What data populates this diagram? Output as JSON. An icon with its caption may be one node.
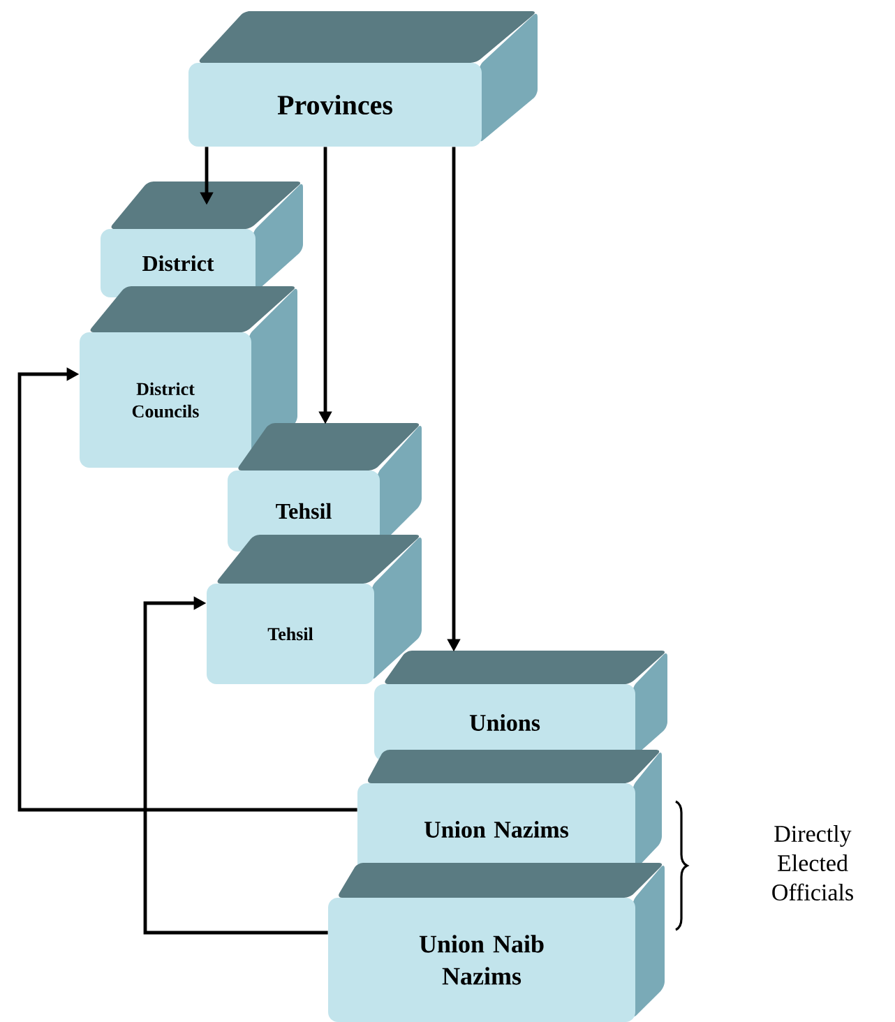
{
  "diagram": {
    "nodes": [
      {
        "text": [
          "Provinces"
        ]
      },
      {
        "text": [
          "District"
        ]
      },
      {
        "text": [
          "District Councils"
        ]
      },
      {
        "text": [
          "Tehsil"
        ]
      },
      {
        "text": [
          "Tehsil"
        ]
      },
      {
        "text": [
          "Unions"
        ]
      },
      {
        "text": [
          "Union Nazims"
        ]
      },
      {
        "text": [
          "Union Naib Nazims"
        ]
      }
    ],
    "edges": [
      {
        "from": 0,
        "to": 1,
        "arrow": "to"
      },
      {
        "from": 0,
        "to": 3,
        "arrow": "to"
      },
      {
        "from": 0,
        "to": 5,
        "arrow": "to"
      },
      {
        "from": 6,
        "to": 2,
        "arrow": "to"
      },
      {
        "from": 7,
        "to": 4,
        "arrow": "to"
      }
    ],
    "labels": [
      "Directly Elected Officials"
    ]
  }
}
